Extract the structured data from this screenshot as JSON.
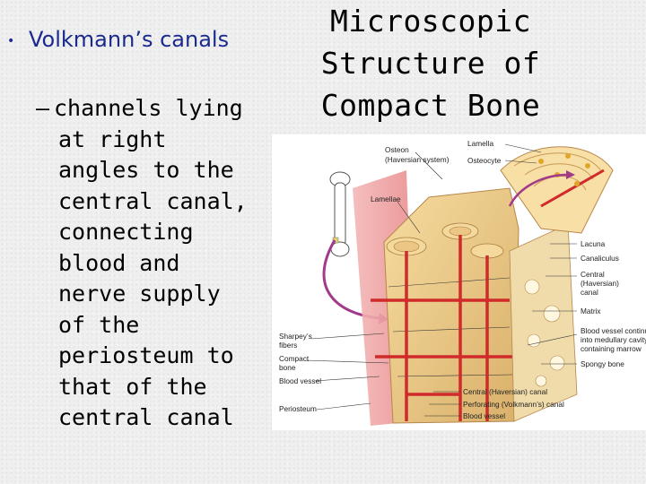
{
  "slide": {
    "bullet": "•",
    "heading": "Volkmann’s canals",
    "sub_dash": "–",
    "sub_text": "channels lying\nat right\nangles to the\ncentral canal,\nconnecting\nblood and\nnerve supply\nof the\nperiosteum to\nthat of the\ncentral canal",
    "title": "Microscopic\nStructure of\nCompact Bone"
  },
  "figure": {
    "labels": {
      "osteon": "Osteon",
      "haversian_system": "(Haversian system)",
      "lamella": "Lamella",
      "osteocyte": "Osteocyte",
      "lamellae": "Lamellae",
      "lacuna": "Lacuna",
      "canaliculus": "Canaliculus",
      "central_1": "Central",
      "central_2": "(Haversian)",
      "central_3": "canal",
      "matrix": "Matrix",
      "sharpeys_1": "Sharpey’s",
      "sharpeys_2": "fibers",
      "compact_1": "Compact",
      "compact_2": "bone",
      "blood_vessel_left": "Blood vessel",
      "periosteum": "Periosteum",
      "bv_continues_1": "Blood vessel continues",
      "bv_continues_2": "into medullary cavity",
      "bv_continues_3": "containing marrow",
      "spongy_bone": "Spongy bone",
      "central_canal": "Central (Haversian) canal",
      "perforating_canal": "Perforating (Volkmann’s) canal",
      "blood_vessel_bottom": "Blood vessel"
    }
  }
}
